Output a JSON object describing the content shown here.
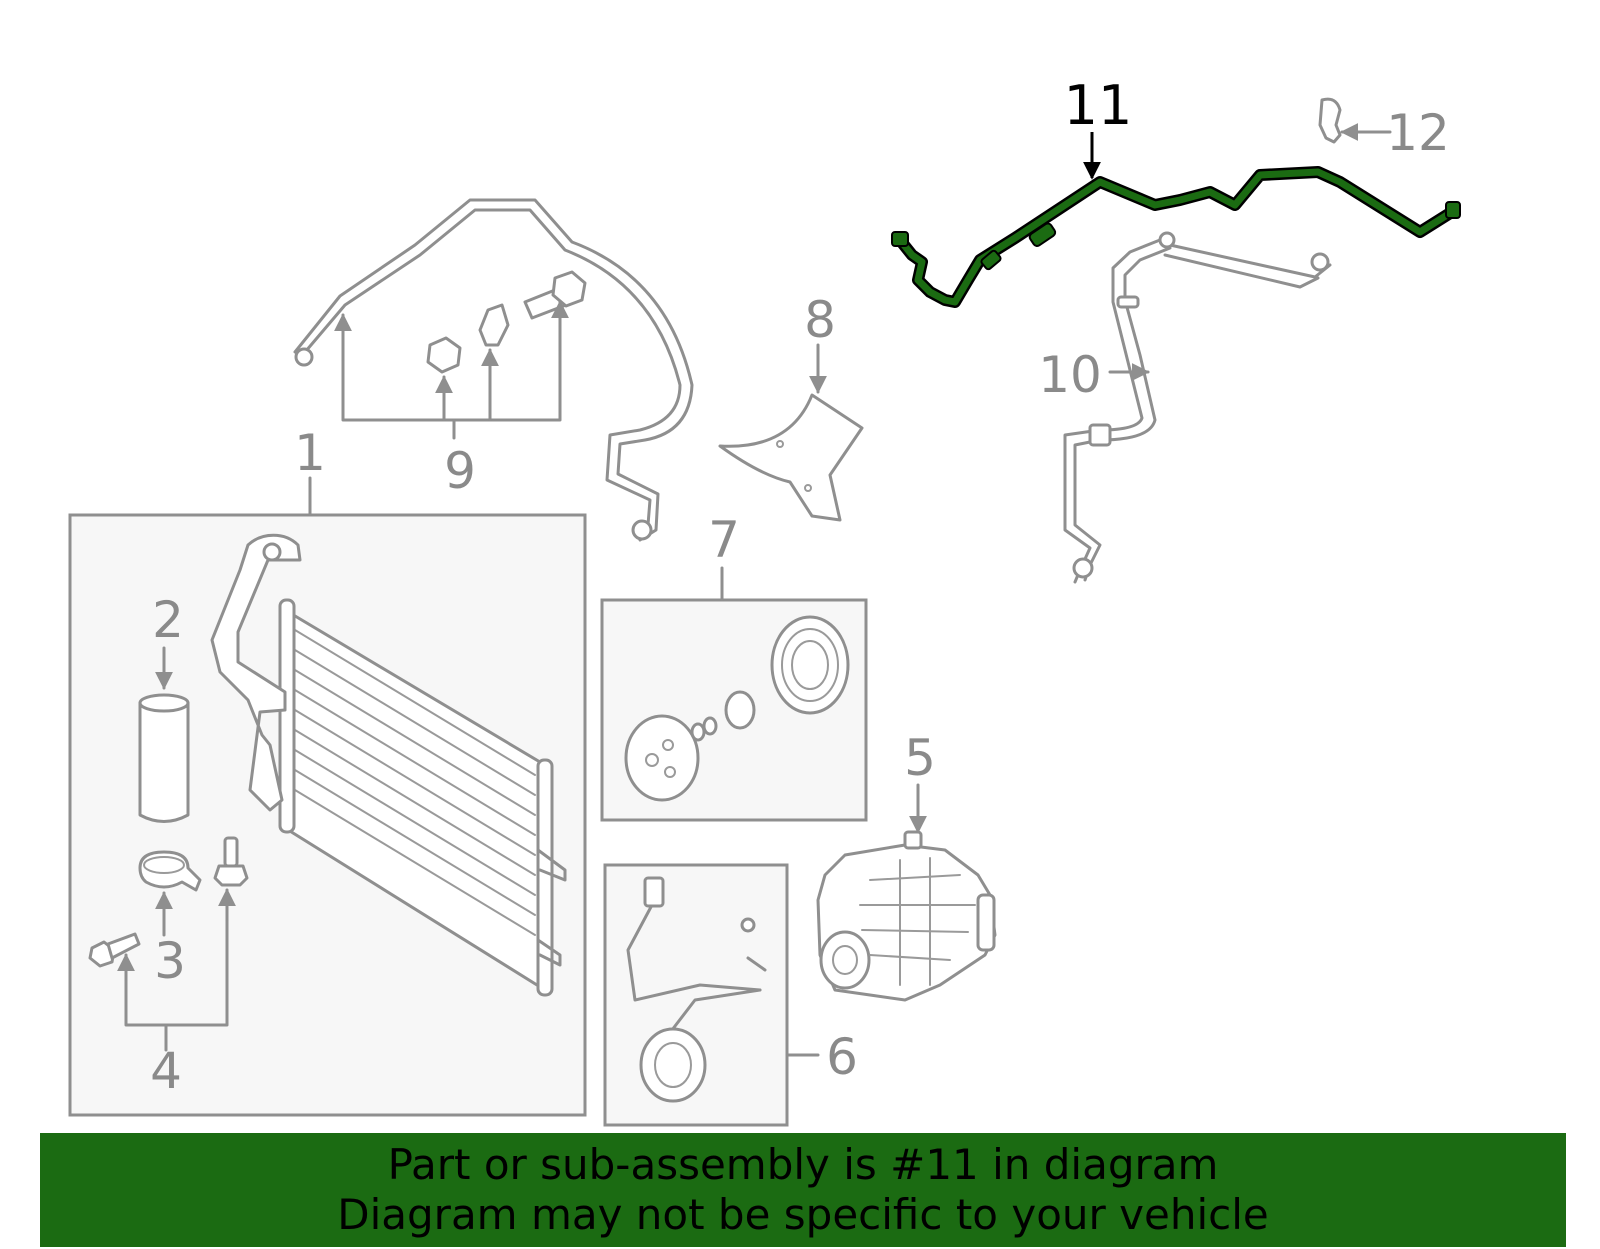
{
  "labels": {
    "l1": "1",
    "l2": "2",
    "l3": "3",
    "l4": "4",
    "l5": "5",
    "l6": "6",
    "l7": "7",
    "l8": "8",
    "l9": "9",
    "l10": "10",
    "l11": "11",
    "l12": "12"
  },
  "highlight": {
    "part": "11",
    "color": "#1b6b12"
  },
  "banner": {
    "line1": "Part or sub-assembly is #11 in diagram",
    "line2": "Diagram may not be specific to your vehicle",
    "background": "#1b6b12"
  },
  "colors": {
    "line": "#8f8f8f",
    "box_fill": "#f7f7f7"
  }
}
